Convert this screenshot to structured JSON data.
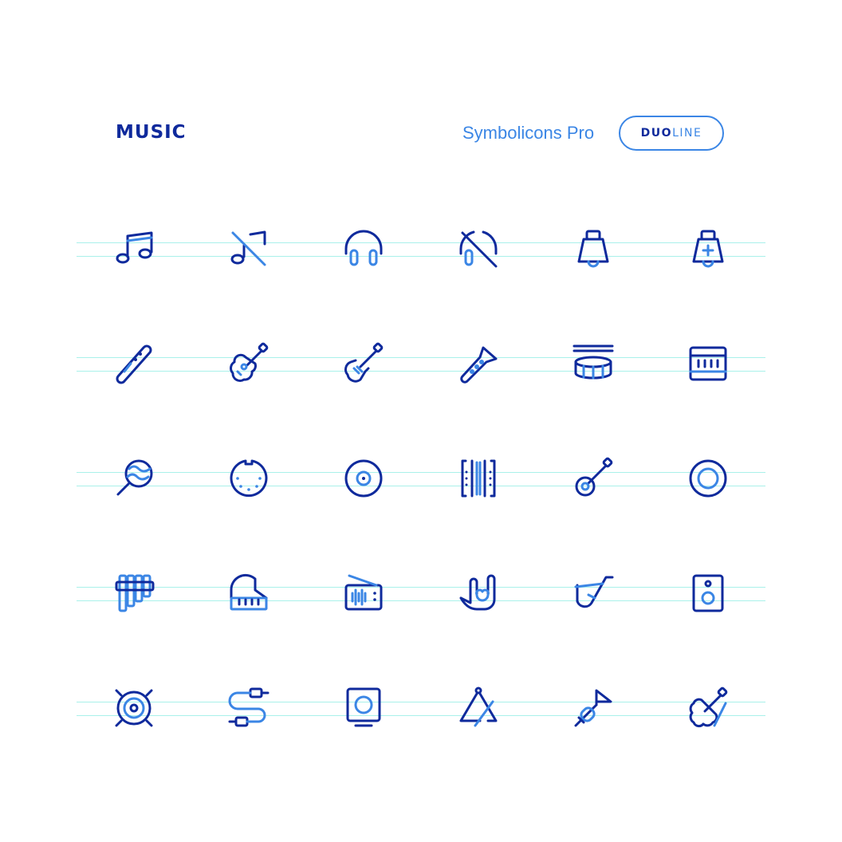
{
  "header": {
    "title": "MUSIC",
    "brand": "Symbolicons Pro",
    "badge_primary": "DUO",
    "badge_secondary": "LINE"
  },
  "colors": {
    "dark": "#0f2a9c",
    "light": "#3b86e5",
    "guide": "#a9f1ea"
  },
  "icons": [
    [
      "music-note-icon",
      "music-note-off-icon",
      "headphones-icon",
      "headphones-off-icon",
      "cowbell-icon",
      "cowbell-add-icon"
    ],
    [
      "flute-icon",
      "acoustic-guitar-icon",
      "electric-guitar-icon",
      "trumpet-horn-icon",
      "snare-drum-icon",
      "keyboard-icon"
    ],
    [
      "maraca-icon",
      "midi-knob-icon",
      "vinyl-record-icon",
      "accordion-icon",
      "banjo-icon",
      "record-button-icon"
    ],
    [
      "pan-flute-icon",
      "grand-piano-icon",
      "radio-icon",
      "rock-hand-icon",
      "saxophone-icon",
      "speaker-icon"
    ],
    [
      "subwoofer-icon",
      "audio-cable-icon",
      "monitor-speaker-icon",
      "triangle-icon",
      "trumpet-icon",
      "violin-icon"
    ]
  ]
}
